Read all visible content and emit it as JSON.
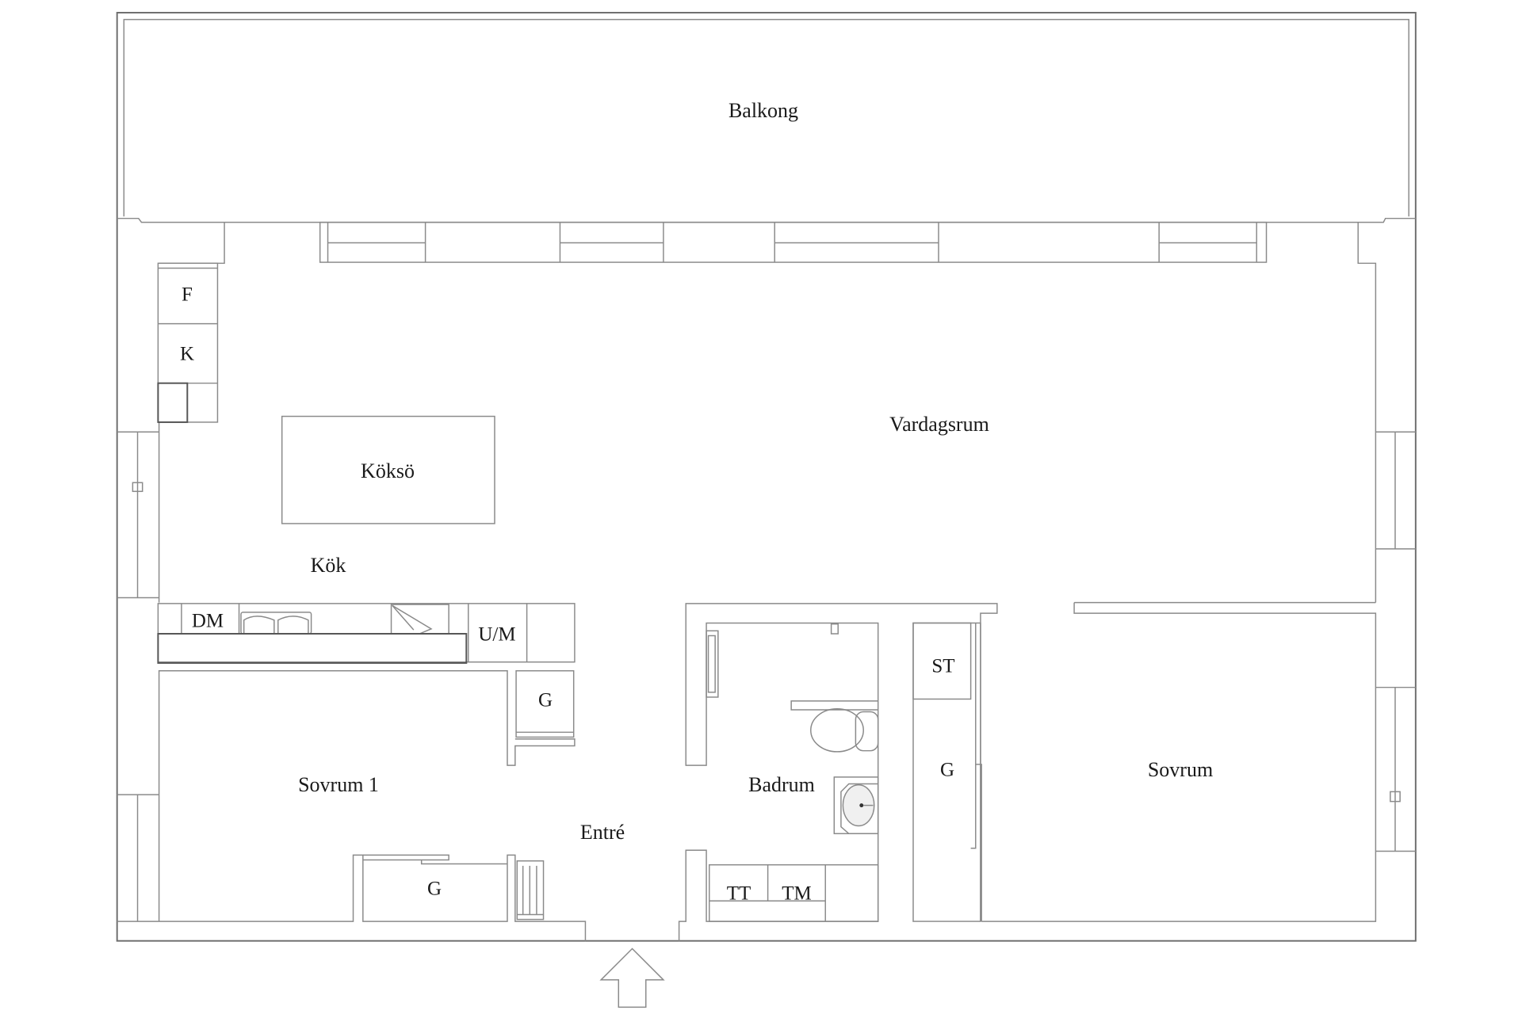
{
  "floorplan": {
    "entrance_arrow": "arrow-up-icon",
    "rooms": {
      "balcony": "Balkong",
      "living_room": "Vardagsrum",
      "kitchen_island": "Köksö",
      "kitchen": "Kök",
      "bedroom_1": "Sovrum 1",
      "entrance": "Entré",
      "bathroom": "Badrum",
      "bedroom": "Sovrum"
    },
    "fixtures": {
      "fridge": "F",
      "freezer": "K",
      "dishwasher": "DM",
      "oven_microwave": "U/M",
      "wardrobe_kitchen": "G",
      "wardrobe_bedroom1": "G",
      "storage_cabinet": "ST",
      "wardrobe_hall": "G",
      "dryer": "TT",
      "washing_machine": "TM"
    }
  }
}
